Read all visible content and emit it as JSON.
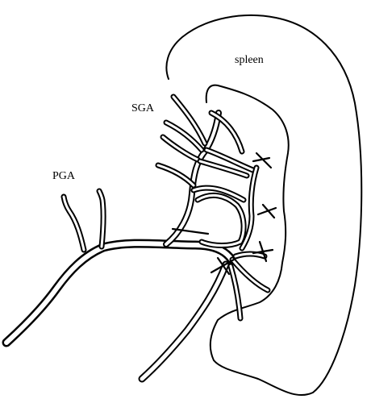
{
  "labels": {
    "spleen": "spleen",
    "sga": "SGA",
    "pga": "PGA"
  },
  "colors": {
    "line": "#000000",
    "background": "#ffffff"
  }
}
